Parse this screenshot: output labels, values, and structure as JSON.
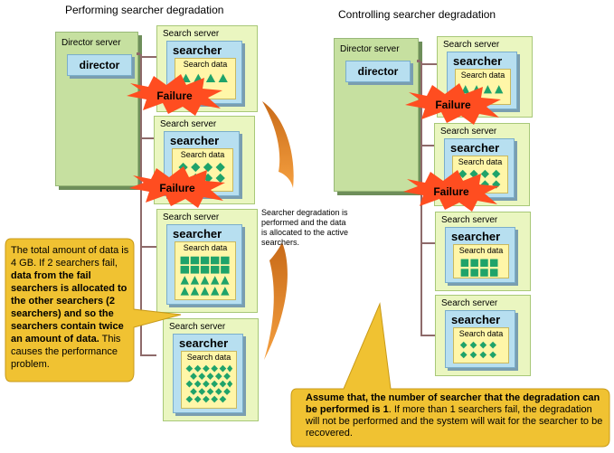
{
  "titles": {
    "left": "Performing searcher degradation",
    "right": "Controlling searcher degradation"
  },
  "labels": {
    "director_server": "Director server",
    "director": "director",
    "search_server": "Search server",
    "searcher": "searcher",
    "search_data": "Search data",
    "failure": "Failure"
  },
  "middle_note": "Searcher degradation is performed and the data is allocated to the active searchers.",
  "left_callout": {
    "t1": "The total amount of data is 4 GB. If 2 searchers fail, ",
    "b1": "data from the fail searchers is allocated to the other searchers (2 searchers) and so the searchers contain twice an amount of data.",
    "t2": " This causes the performance problem."
  },
  "right_callout": {
    "b1": "Assume that, the number of searcher that the degradation can be performed is 1",
    "t1": ". If more than 1 searchers fail, the degradation will not be performed and the system will wait for the searcher to be recovered."
  },
  "colors": {
    "director": "#c6e0a0",
    "server": "#eaf6c0",
    "searcher": "#b7dff0",
    "search_data": "#fff6a8",
    "data_shape": "#1fa36a",
    "failure": "#ff4d20",
    "callout": "#f0c232",
    "arrow": "#d87a20"
  },
  "icons": [
    "square-data-icon",
    "triangle-data-icon",
    "diamond-data-icon",
    "failure-burst-icon",
    "curved-arrow-icon"
  ]
}
